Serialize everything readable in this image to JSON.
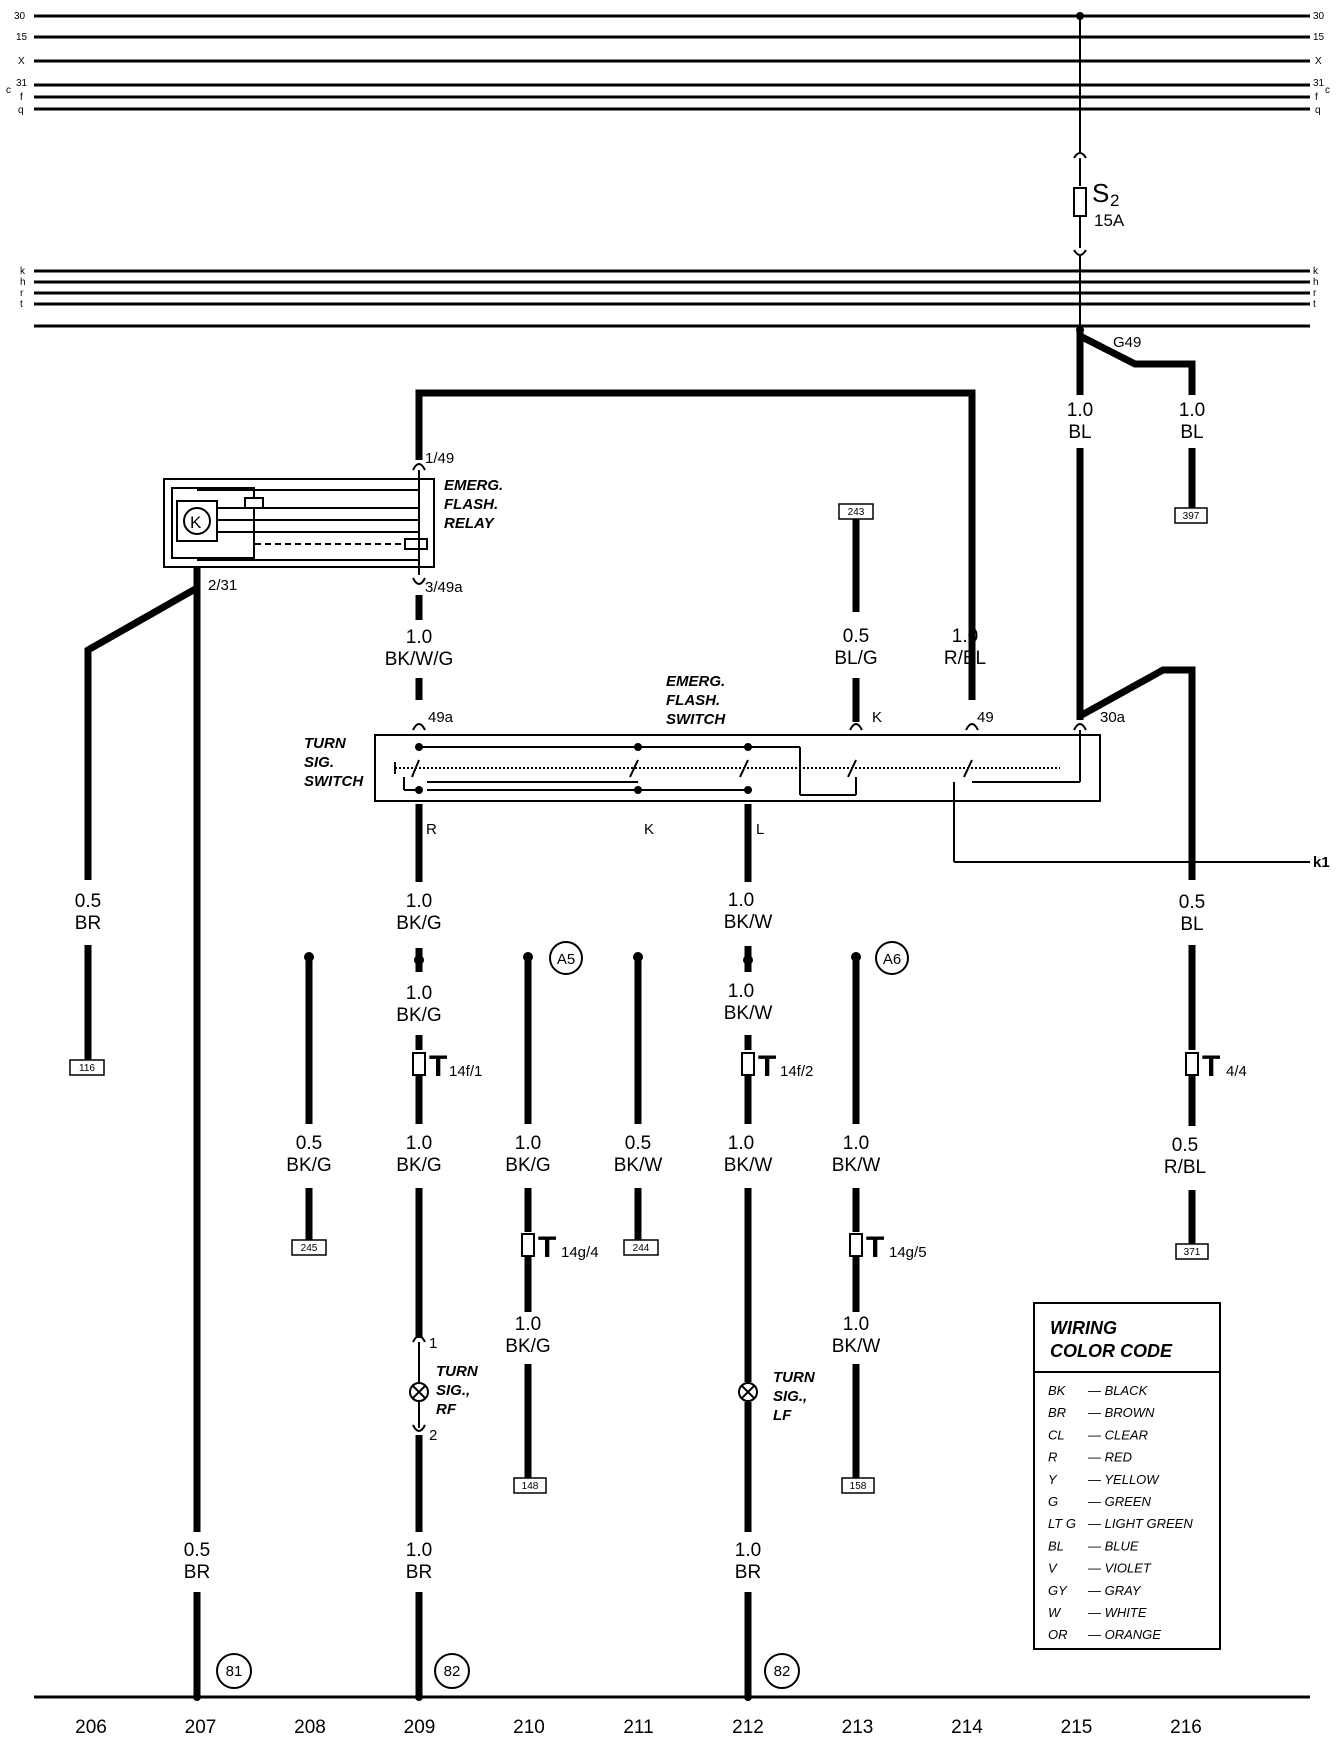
{
  "bus_top": [
    "30",
    "15",
    "X",
    "31",
    "f",
    "q"
  ],
  "bus_top_right": [
    "30",
    "15",
    "X",
    "31",
    "f",
    "q"
  ],
  "bus_side_marks": [
    "c",
    "c"
  ],
  "bus_mid": [
    "k",
    "h",
    "r",
    "t"
  ],
  "fuse": {
    "name": "S",
    "sub": "2",
    "rating": "15A"
  },
  "splice_g49": "G49",
  "relay": {
    "title_l1": "EMERG.",
    "title_l2": "FLASH.",
    "title_l3": "RELAY",
    "pin_top": "1/49",
    "pin_bottom": "3/49a",
    "pin_left": "2/31"
  },
  "emerg_switch": {
    "title_l1": "EMERG.",
    "title_l2": "FLASH.",
    "title_l3": "SWITCH",
    "pin_49a": "49a",
    "pin_k": "K",
    "pin_49": "49",
    "pin_30a": "30a"
  },
  "turn_switch": {
    "title_l1": "TURN",
    "title_l2": "SIG.",
    "title_l3": "SWITCH",
    "out_r": "R",
    "out_k": "K",
    "out_l": "L"
  },
  "k1_label": "k1",
  "wires": [
    {
      "size": "1.0",
      "color": "BL"
    },
    {
      "size": "1.0",
      "color": "BL"
    },
    {
      "size": "1.0",
      "color": "BK/W/G"
    },
    {
      "size": "0.5",
      "color": "BL/G"
    },
    {
      "size": "1.0",
      "color": "R/BL"
    },
    {
      "size": "0.5",
      "color": "BR"
    },
    {
      "size": "1.0",
      "color": "BK/G"
    },
    {
      "size": "1.0",
      "color": "BK/W"
    },
    {
      "size": "0.5",
      "color": "BL"
    },
    {
      "size": "1.0",
      "color": "BK/G"
    },
    {
      "size": "1.0",
      "color": "BK/W"
    },
    {
      "size": "0.5",
      "color": "BK/G"
    },
    {
      "size": "1.0",
      "color": "BK/G"
    },
    {
      "size": "1.0",
      "color": "BK/G"
    },
    {
      "size": "0.5",
      "color": "BK/W"
    },
    {
      "size": "1.0",
      "color": "BK/W"
    },
    {
      "size": "1.0",
      "color": "BK/W"
    },
    {
      "size": "0.5",
      "color": "R/BL"
    },
    {
      "size": "1.0",
      "color": "BK/G"
    },
    {
      "size": "1.0",
      "color": "BK/W"
    },
    {
      "size": "0.5",
      "color": "BR"
    },
    {
      "size": "1.0",
      "color": "BR"
    },
    {
      "size": "1.0",
      "color": "BR"
    }
  ],
  "connectors": {
    "c1": "T",
    "c1_sub": "14f/1",
    "c2": "T",
    "c2_sub": "14f/2",
    "c3": "T",
    "c3_sub": "4/4",
    "c4": "T",
    "c4_sub": "14g/4",
    "c5": "T",
    "c5_sub": "14g/5"
  },
  "refs": {
    "r397": "397",
    "r243": "243",
    "r116": "116",
    "r245": "245",
    "r244": "244",
    "r371": "371",
    "r148": "148",
    "r158": "158"
  },
  "circle_refs": {
    "a5": "A5",
    "a6": "A6",
    "g81": "81",
    "g82a": "82",
    "g82b": "82"
  },
  "lamp_rf": {
    "l1": "TURN",
    "l2": "SIG.,",
    "l3": "RF",
    "pin1": "1",
    "pin2": "2"
  },
  "lamp_lf": {
    "l1": "TURN",
    "l2": "SIG.,",
    "l3": "LF"
  },
  "legend": {
    "title_l1": "WIRING",
    "title_l2": "COLOR CODE",
    "rows": [
      {
        "code": "BK",
        "name": "— BLACK"
      },
      {
        "code": "BR",
        "name": "— BROWN"
      },
      {
        "code": "CL",
        "name": "— CLEAR"
      },
      {
        "code": "R",
        "name": "— RED"
      },
      {
        "code": "Y",
        "name": "— YELLOW"
      },
      {
        "code": "G",
        "name": "— GREEN"
      },
      {
        "code": "LT G",
        "name": "— LIGHT GREEN"
      },
      {
        "code": "BL",
        "name": "— BLUE"
      },
      {
        "code": "V",
        "name": "— VIOLET"
      },
      {
        "code": "GY",
        "name": "— GRAY"
      },
      {
        "code": "W",
        "name": "— WHITE"
      },
      {
        "code": "OR",
        "name": "— ORANGE"
      }
    ]
  },
  "columns": [
    "206",
    "207",
    "208",
    "209",
    "210",
    "211",
    "212",
    "213",
    "214",
    "215",
    "216"
  ]
}
